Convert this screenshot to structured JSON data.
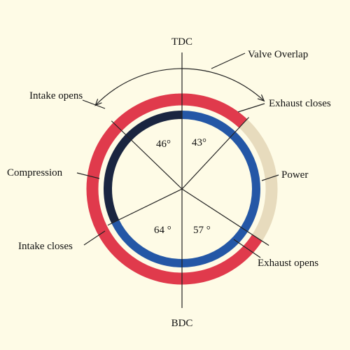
{
  "labels": {
    "tdc": "TDC",
    "bdc": "BDC",
    "valve_overlap": "Valve Overlap",
    "intake_opens": "Intake opens",
    "exhaust_closes": "Exhaust closes",
    "compression": "Compression",
    "power": "Power",
    "intake_closes": "Intake closes",
    "exhaust_opens": "Exhaust opens"
  },
  "angles": {
    "intake_opens_btdc": "46°",
    "exhaust_closes_atdc": "43°",
    "intake_closes_abdc": "64 °",
    "exhaust_opens_bbdc": "57 °"
  },
  "timing_degrees": {
    "intake_opens_btdc": 46,
    "exhaust_closes_atdc": 43,
    "intake_closes_abdc": 64,
    "exhaust_opens_bbdc": 57
  },
  "colors": {
    "background": "#fefbe6",
    "outer_red": "#e03a4c",
    "outer_beige": "#e7dbbd",
    "inner_blue": "#2457a6",
    "inner_navy": "#1a2540",
    "lines": "#222222"
  }
}
